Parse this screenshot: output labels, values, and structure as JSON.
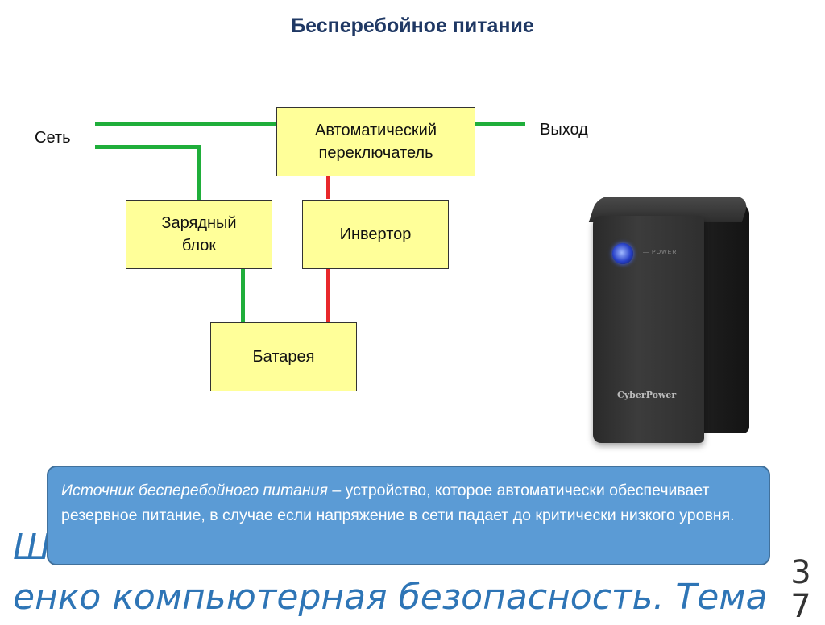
{
  "title": "Бесперебойное питание",
  "labels": {
    "input": "Сеть",
    "output": "Выход"
  },
  "boxes": {
    "switch": "Автоматический\nпереключатель",
    "charger": "Зарядный\nблок",
    "inverter": "Инвертор",
    "battery": "Батарея"
  },
  "colors": {
    "ac_wire": "#1fae3a",
    "dc_wire": "#e8282b",
    "box_fill": "#ffff99",
    "note_fill": "#5b9bd5"
  },
  "ups_image": {
    "power_label": "— POWER",
    "brand": "CyberPower"
  },
  "note": {
    "term": "Источник бесперебойного питания",
    "definition": " – устройство, которое автоматически обеспечивает резервное питание, в случае если напряжение в сети падает до критически низкого уровня."
  },
  "footer": {
    "ghost_text": "Ш",
    "text": "енко компьютерная безопасность. Тема",
    "page_number": "3\n7"
  }
}
